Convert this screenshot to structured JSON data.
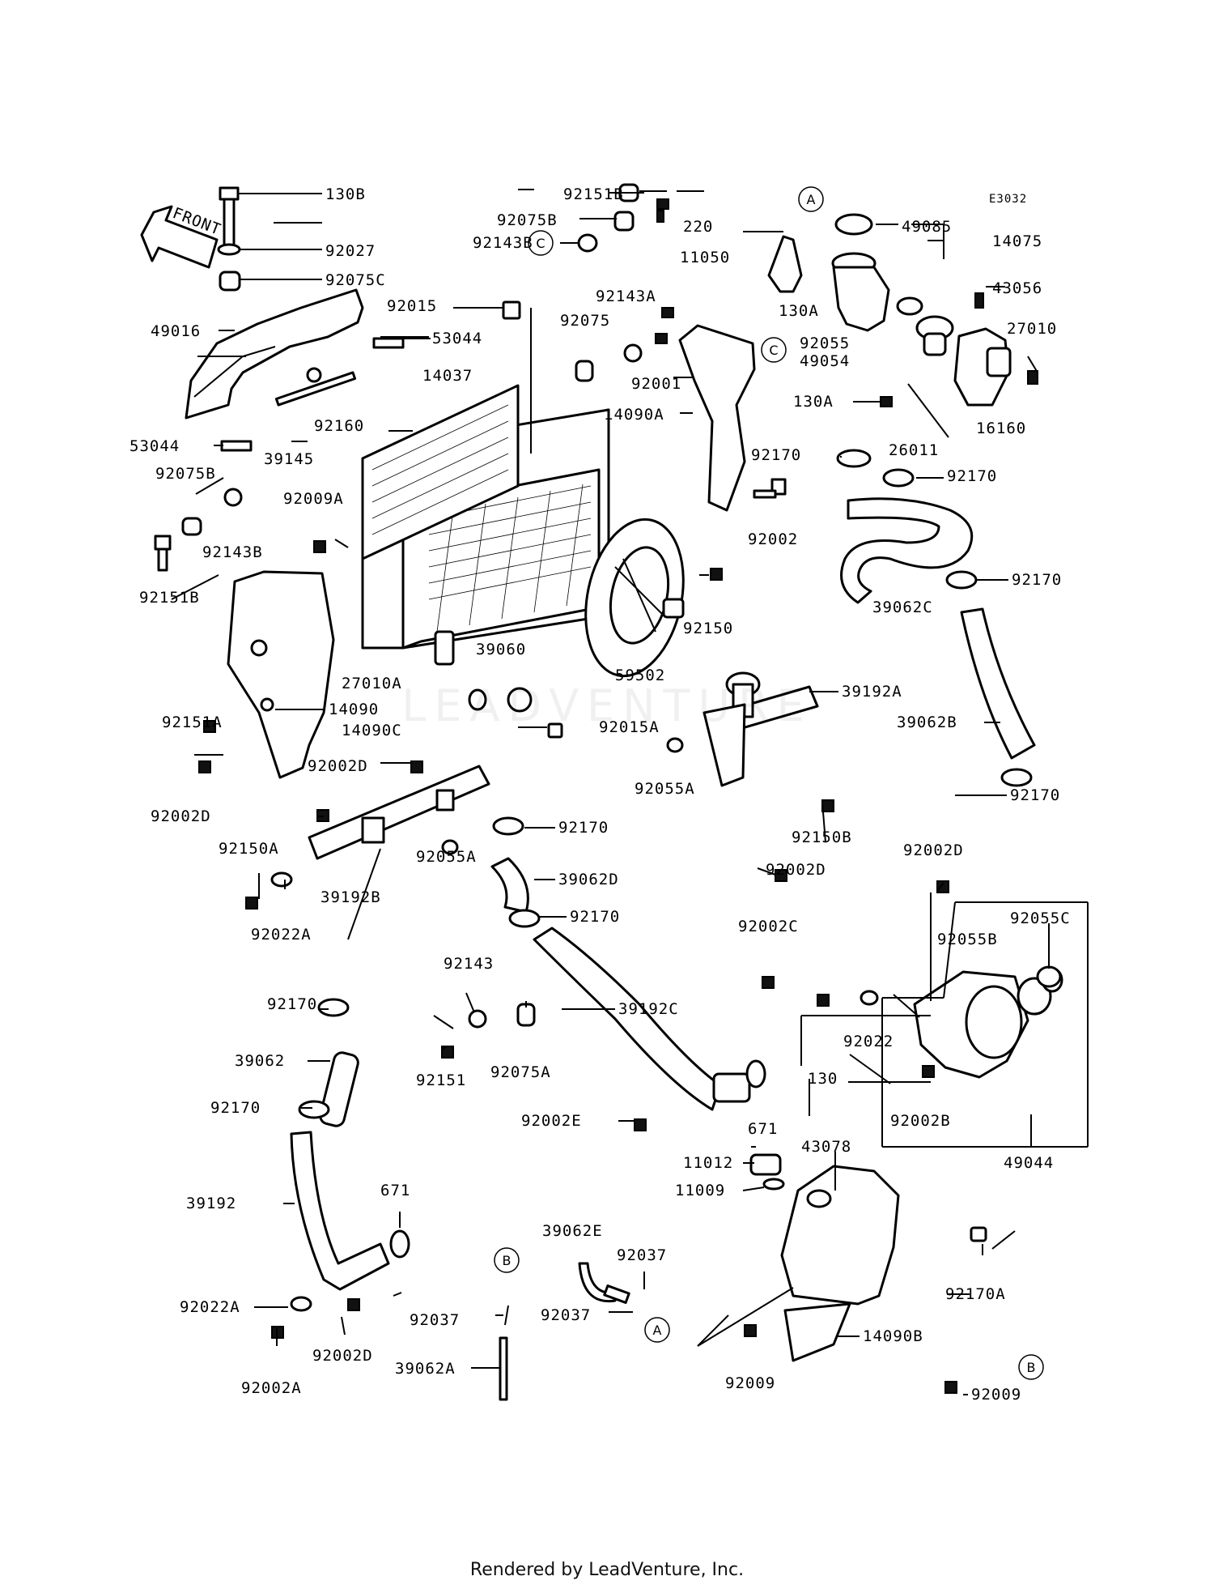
{
  "diagram_code": "E3032",
  "front_label": "FRONT",
  "watermark_text": "LEADVENTURE",
  "footer_text": "Rendered by LeadVenture, Inc.",
  "part_labels": {
    "130B": "130B",
    "92027": "92027",
    "92075C": "92075C",
    "49016": "49016",
    "53044_a": "53044",
    "53044_b": "53044",
    "39145": "39145",
    "92075B_left": "92075B",
    "92143B_left": "92143B",
    "92151B_left": "92151B",
    "92009A": "92009A",
    "14037": "14037",
    "92160": "92160",
    "92015": "92015",
    "92151B_top": "92151B",
    "92075B_top": "92075B",
    "92143B_top": "92143B",
    "92143A": "92143A",
    "92075": "92075",
    "92001": "92001",
    "14090A": "14090A",
    "220": "220",
    "11050": "11050",
    "130A_top": "130A",
    "49085": "49085",
    "14075": "14075",
    "43056": "43056",
    "92055": "92055",
    "49054": "49054",
    "27010": "27010",
    "130A_mid": "130A",
    "26011": "26011",
    "16160": "16160",
    "92170_a": "92170",
    "92170_b": "92170",
    "92002": "92002",
    "39062C": "39062C",
    "92170_c": "92170",
    "14090": "14090",
    "92151A": "92151A",
    "39060": "39060",
    "27010A": "27010A",
    "14090C": "14090C",
    "92150": "92150",
    "59502": "59502",
    "92015A": "92015A",
    "39192A": "39192A",
    "39062B": "39062B",
    "92002D_a": "92002D",
    "92002D_b": "92002D",
    "92055A_a": "92055A",
    "92055A_b": "92055A",
    "92150A": "92150A",
    "39192B": "39192B",
    "92022A_a": "92022A",
    "92170_d": "92170",
    "39062D": "39062D",
    "92170_e": "92170",
    "92150B": "92150B",
    "92002D_c": "92002D",
    "92170_f": "92170",
    "92002D_d": "92002D",
    "92002C": "92002C",
    "92055B": "92055B",
    "92055C": "92055C",
    "92143": "92143",
    "92170_g": "92170",
    "39062": "39062",
    "92151": "92151",
    "92075A": "92075A",
    "39192C": "39192C",
    "92022": "92022",
    "130": "130",
    "92002B": "92002B",
    "92170_h": "92170",
    "92002E": "92002E",
    "671_a": "671",
    "11012": "11012",
    "43078": "43078",
    "11009": "11009",
    "49044": "49044",
    "39192": "39192",
    "671_b": "671",
    "39062E": "39062E",
    "92037_a": "92037",
    "92037_b": "92037",
    "92037_c": "92037",
    "92022A_b": "92022A",
    "92002D_e": "92002D",
    "92002A": "92002A",
    "39062A": "39062A",
    "92170A": "92170A",
    "14090B": "14090B",
    "92009_a": "92009",
    "92009_b": "92009"
  },
  "reference_letters": {
    "A": "A",
    "B": "B",
    "C": "C"
  }
}
